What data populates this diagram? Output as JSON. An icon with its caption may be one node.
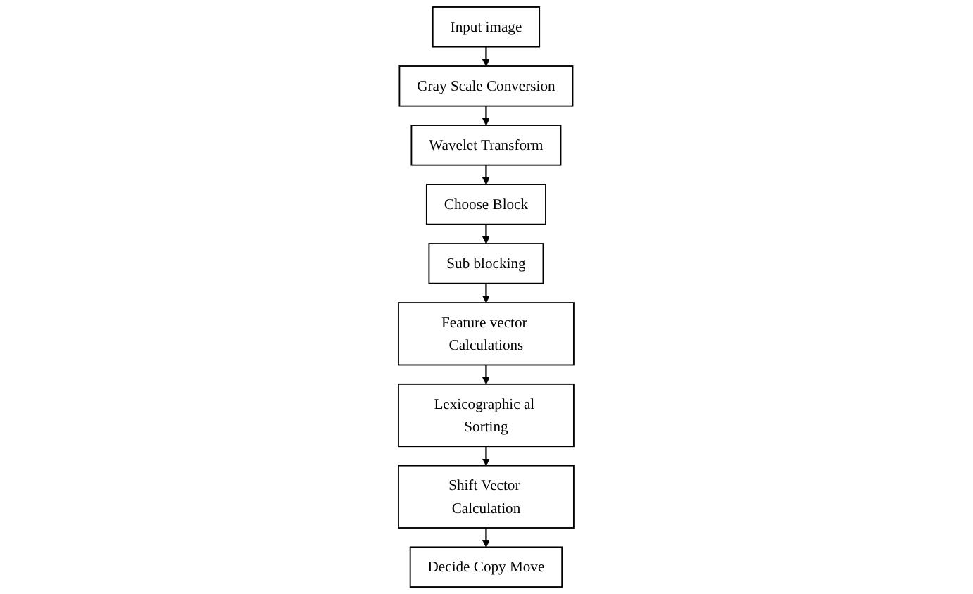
{
  "diagram": {
    "nodes": [
      {
        "text": [
          "Input image"
        ]
      },
      {
        "text": [
          "Gray Scale Conversion"
        ]
      },
      {
        "text": [
          "Wavelet Transform"
        ]
      },
      {
        "text": [
          "Choose Block"
        ]
      },
      {
        "text": [
          "Sub blocking"
        ]
      },
      {
        "text": [
          "Feature vector Calculations"
        ]
      },
      {
        "text": [
          "Lexicographic al Sorting"
        ]
      },
      {
        "text": [
          "Shift Vector Calculation"
        ]
      },
      {
        "text": [
          "Decide Copy Move"
        ]
      }
    ],
    "edges": [
      {
        "from": 0,
        "to": 1,
        "arrow": "to"
      },
      {
        "from": 1,
        "to": 2,
        "arrow": "to"
      },
      {
        "from": 2,
        "to": 3,
        "arrow": "to"
      },
      {
        "from": 3,
        "to": 4,
        "arrow": "to"
      },
      {
        "from": 4,
        "to": 5,
        "arrow": "to"
      },
      {
        "from": 5,
        "to": 6,
        "arrow": "to"
      },
      {
        "from": 6,
        "to": 7,
        "arrow": "to"
      },
      {
        "from": 7,
        "to": 8,
        "arrow": "to"
      }
    ]
  }
}
